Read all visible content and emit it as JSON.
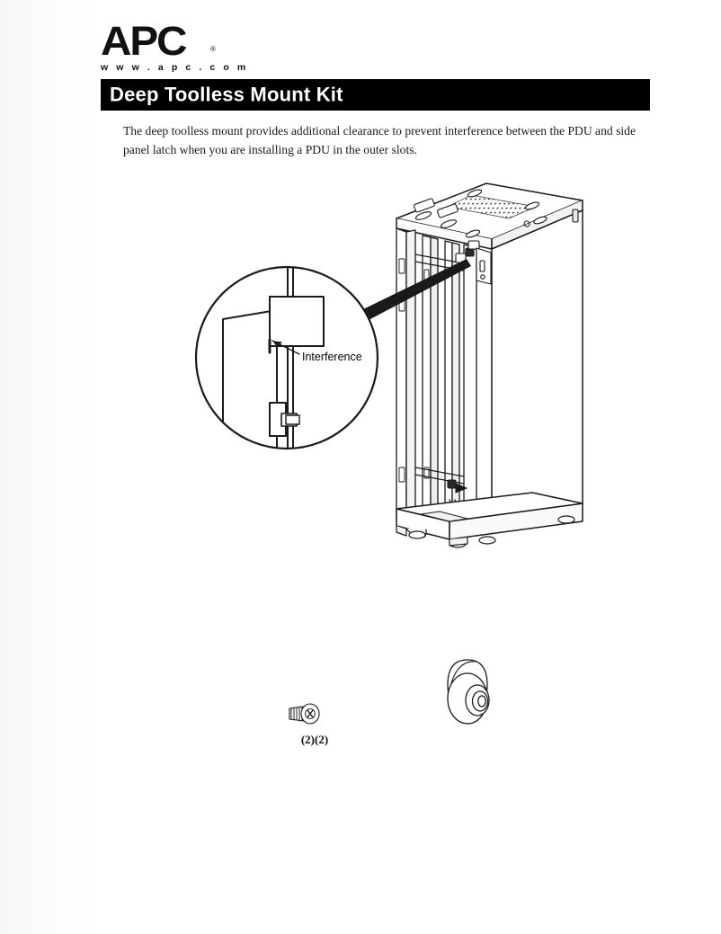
{
  "document": {
    "brand": {
      "name": "APC",
      "registered_mark": "®",
      "url": "w w w . a p c . c o m"
    },
    "title": "Deep Toolless Mount Kit",
    "body": "The deep toolless mount provides additional clearance to prevent interference between the PDU and side panel latch when you are installing a PDU in the outer slots."
  },
  "figure": {
    "name": "rack-enclosure-illustration",
    "callout": {
      "label": "Interference",
      "shape": "magnifier-circle"
    },
    "parts": [
      {
        "name": "screw",
        "quantity_label": "(2)(2)"
      },
      {
        "name": "deep-toolless-mount-bushing",
        "quantity_label": ""
      }
    ]
  },
  "colors": {
    "banner_background": "#000000",
    "banner_text": "#ffffff",
    "ink": "#1a1a1a",
    "page_background": "#ffffff"
  }
}
